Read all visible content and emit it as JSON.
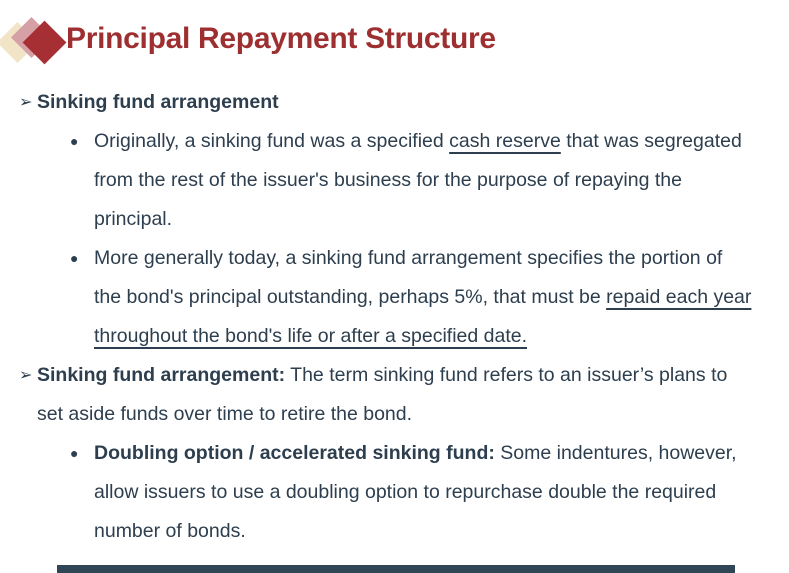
{
  "slide": {
    "title": "Principal Repayment Structure",
    "colors": {
      "title_text": "#9e2f31",
      "body_text": "#2d3e4e",
      "diamond_cream": "#f2e4c6",
      "diamond_pink": "#d5a0a6",
      "diamond_red": "#a52f33",
      "footer_bar": "#2f4656"
    }
  },
  "markers": {
    "l1": "➢",
    "l2": "●"
  },
  "sections": {
    "h1": {
      "text": "Sinking fund arrangement"
    },
    "b1": {
      "pre": "Originally, a sinking fund was a specified ",
      "underline": "cash reserve",
      "post": " that was segregated from the rest of the issuer's business for the purpose of repaying the principal."
    },
    "b2": {
      "pre": "More generally today, a sinking fund arrangement specifies the portion of the bond's principal outstanding, perhaps 5%, that must be ",
      "underline": "repaid each year throughout the bond's life or after a specified date.",
      "post": ""
    },
    "h2": {
      "bold": "Sinking fund arrangement:",
      "rest": " The term sinking fund refers to an issuer’s plans to set aside funds over time to retire the bond."
    },
    "b3": {
      "bold": "Doubling option / accelerated sinking fund:",
      "rest": " Some indentures, however, allow issuers to use a doubling option to repurchase double the required number of bonds."
    }
  }
}
